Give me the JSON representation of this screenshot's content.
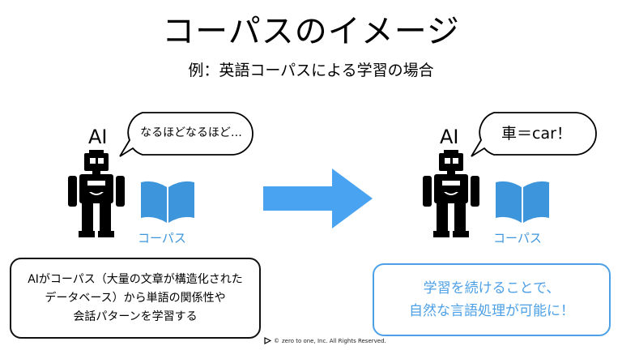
{
  "title": "コーパスのイメージ",
  "subtitle": "例：英語コーパスによる学習の場合",
  "left": {
    "ai_label": "AI",
    "bubble": "なるほどなるほど…",
    "book_label": "コーパス"
  },
  "right": {
    "ai_label": "AI",
    "bubble": "車＝car！",
    "book_label": "コーパス"
  },
  "left_box": {
    "lines": [
      "AIがコーパス（大量の文章が構造化された",
      "データベース）から単語の関係性や",
      "会話パターンを学習する"
    ]
  },
  "right_box": {
    "lines": [
      "学習を続けることで、",
      "自然な言語処理が可能に！"
    ]
  },
  "footer": {
    "symbol": "©",
    "text": "zero to one, Inc. All Rights Reserved."
  },
  "colors": {
    "accent_blue": "#3d95dc",
    "arrow_blue": "#4aa3f0",
    "robot": "#000000"
  }
}
